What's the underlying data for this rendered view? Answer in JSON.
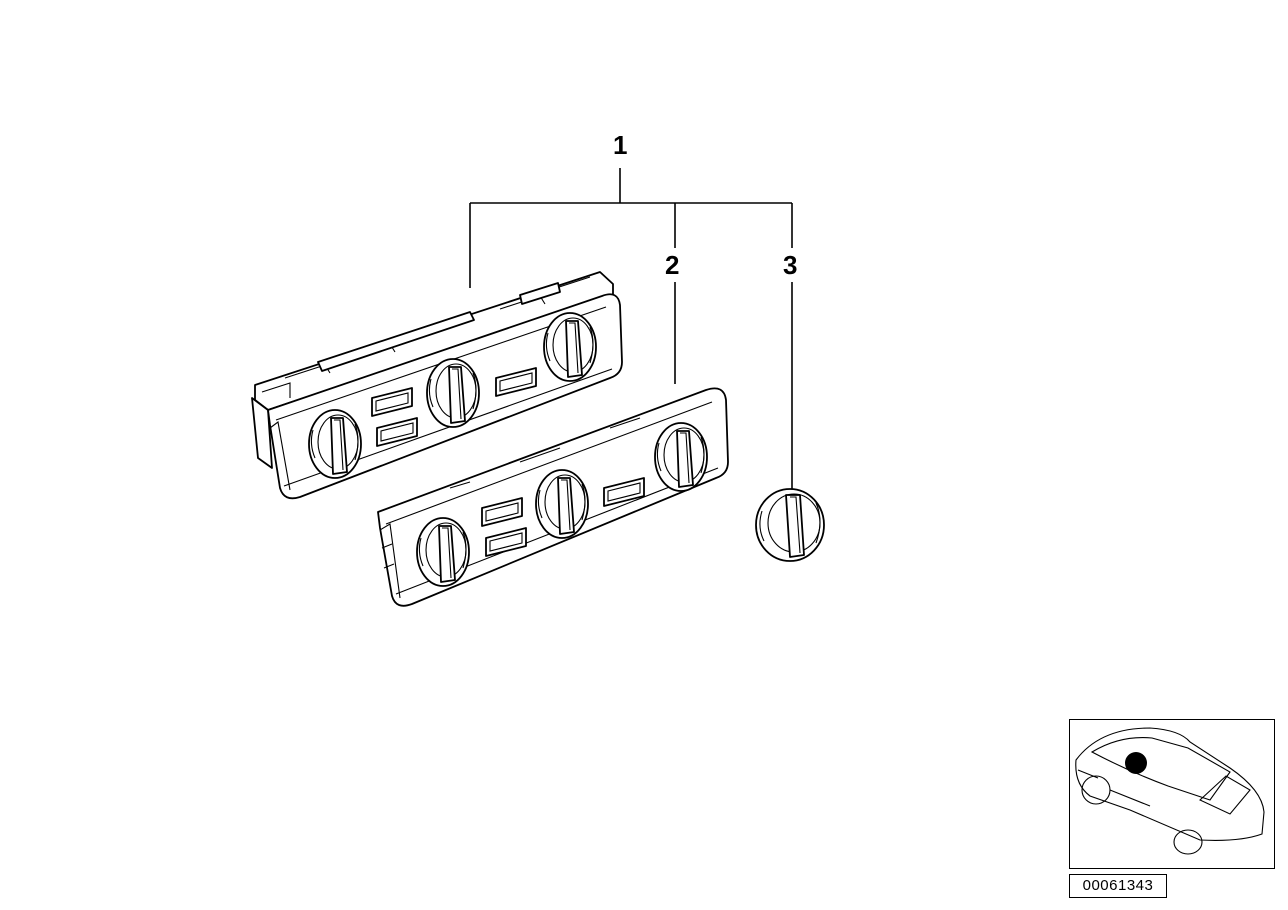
{
  "callouts": [
    {
      "id": "1",
      "label": "1"
    },
    {
      "id": "2",
      "label": "2"
    },
    {
      "id": "3",
      "label": "3"
    }
  ],
  "diagram_number": "00061343"
}
